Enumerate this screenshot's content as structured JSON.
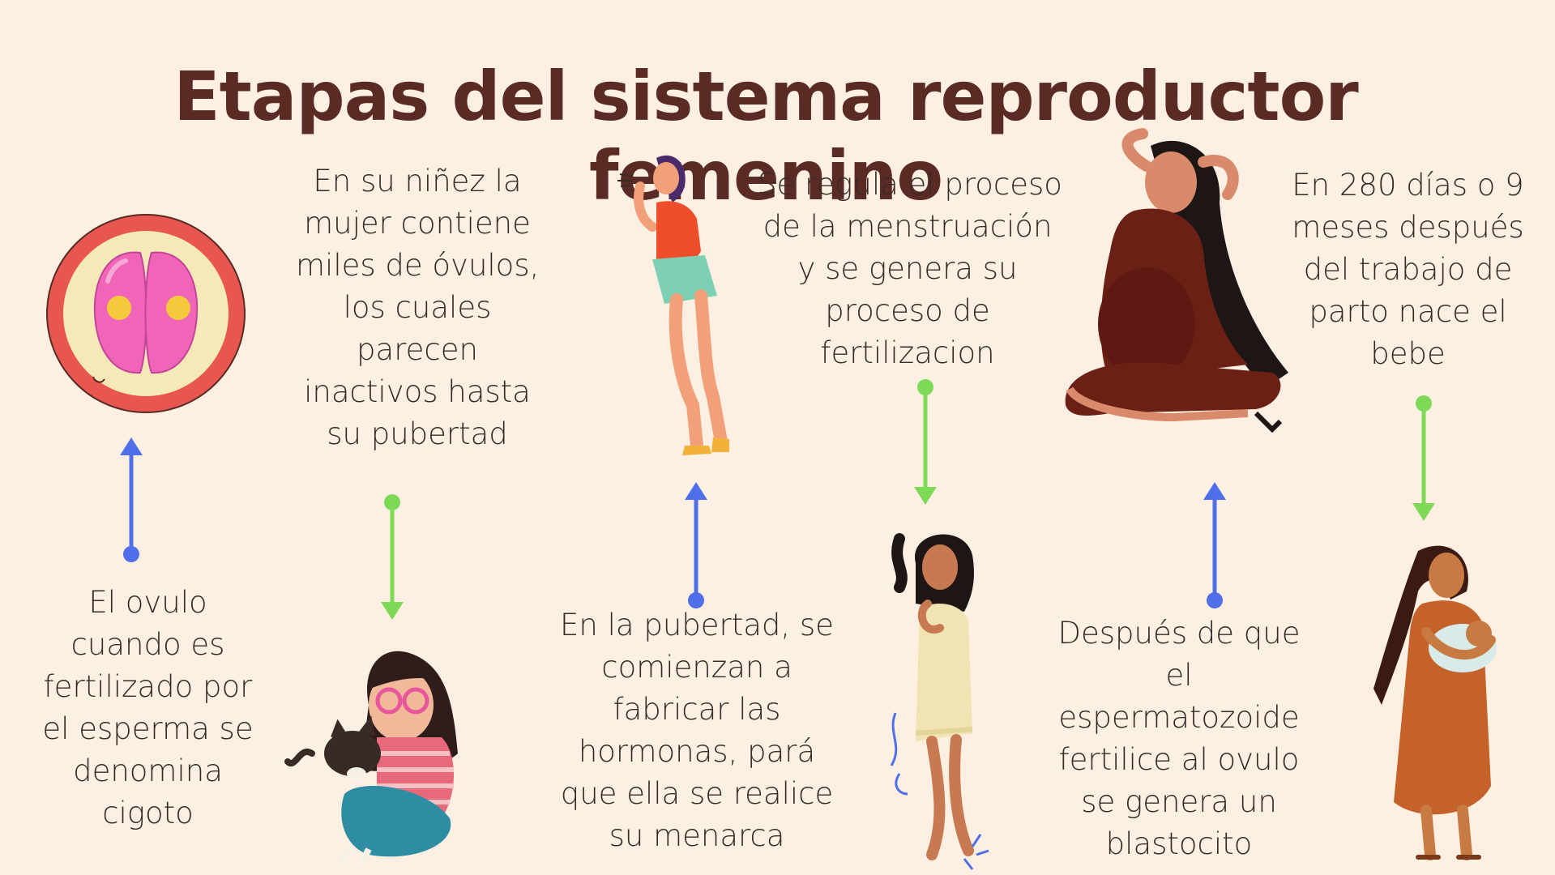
{
  "title": "Etapas del sistema reproductor femenino",
  "steps": [
    {
      "lines": [
        "El ovulo",
        "cuando es",
        "fertilizado por",
        "el esperma se",
        "denomina",
        "cigoto"
      ]
    },
    {
      "lines": [
        "En su niñez la",
        "mujer contiene",
        "miles de óvulos,",
        "los cuales",
        "parecen",
        "inactivos hasta",
        "su pubertad"
      ]
    },
    {
      "lines": [
        "En la pubertad, se",
        "comienzan a",
        "fabricar las",
        "hormonas, pará",
        "que ella se realice",
        "su menarca"
      ]
    },
    {
      "lines": [
        "Se regula el proceso",
        "de la menstruación",
        "y  se genera su",
        "proceso de",
        "fertilizacion"
      ]
    },
    {
      "lines": [
        "Después de que",
        "el",
        "espermatozoide",
        "fertilice al ovulo",
        "se genera  un",
        "blastocito"
      ]
    },
    {
      "lines": [
        "En 280 días o 9",
        "meses  después",
        "del trabajo de",
        "parto nace el",
        "bebe"
      ]
    }
  ],
  "colors": {
    "background": "#fdf0e3",
    "title": "#5a2a24",
    "arrow_up": "#4f6fe8",
    "arrow_down": "#7ed957",
    "zygote_ring": "#e8574f",
    "zygote_cell": "#f065b8"
  },
  "icons": [
    "zygote-icon",
    "girl-with-cat-illustration",
    "teen-girl-illustration",
    "young-woman-illustration",
    "pregnant-woman-illustration",
    "mother-with-baby-illustration"
  ]
}
